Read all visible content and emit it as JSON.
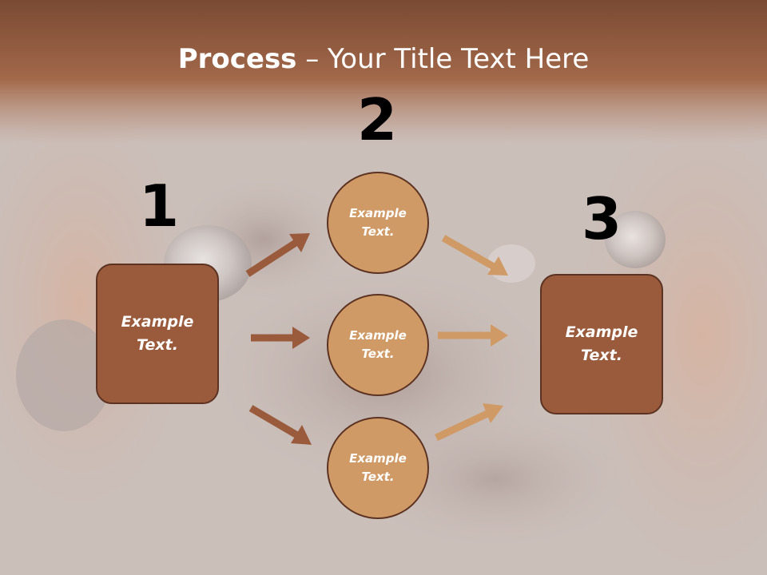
{
  "title": {
    "bold": "Process",
    "rest": " – Your Title Text Here"
  },
  "steps": [
    {
      "number": "1",
      "text": "Example Text."
    },
    {
      "number": "2"
    },
    {
      "number": "3",
      "text": "Example Text."
    }
  ],
  "circles": [
    {
      "text": "Example Text."
    },
    {
      "text": "Example Text."
    },
    {
      "text": "Example Text."
    }
  ],
  "colors": {
    "box_fill": "#9a5a3c",
    "circle_fill": "#d09a66",
    "outline": "#5c3322",
    "arrow_dark": "#9a5a3c",
    "arrow_light": "#d09a66",
    "header_band": "#9a5a3c"
  }
}
